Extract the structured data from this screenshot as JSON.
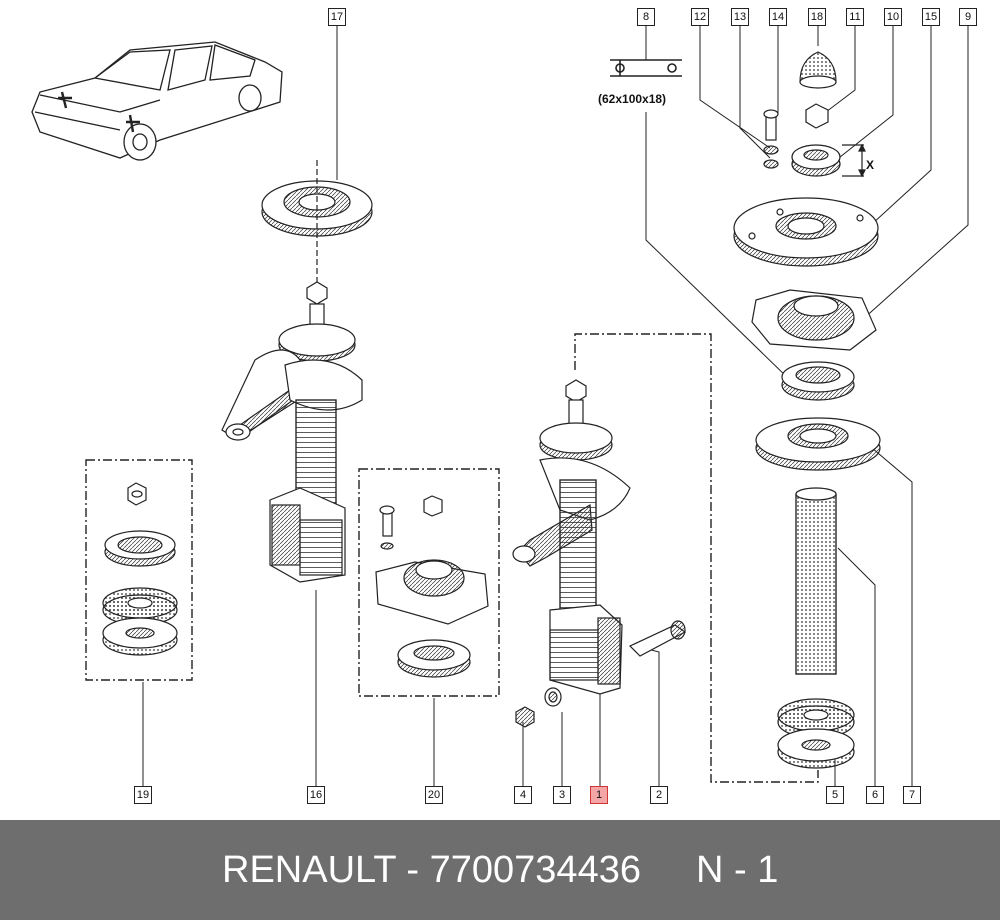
{
  "part_labels": {
    "l1": "1",
    "l2": "2",
    "l3": "3",
    "l4": "4",
    "l5": "5",
    "l6": "6",
    "l7": "7",
    "l8": "8",
    "l9": "9",
    "l10": "10",
    "l11": "11",
    "l12": "12",
    "l13": "13",
    "l14": "14",
    "l15": "15",
    "l16": "16",
    "l17": "17",
    "l18": "18",
    "l19": "19",
    "l20": "20"
  },
  "highlighted_part": "1",
  "highlight_color": "#f4a5a5",
  "dimension_text": "(62x100x18)",
  "x_dimension_label": "X",
  "footer": {
    "part_code": "RENAULT - 7700734436",
    "position": "N - 1",
    "background": "#6e6e6e"
  }
}
